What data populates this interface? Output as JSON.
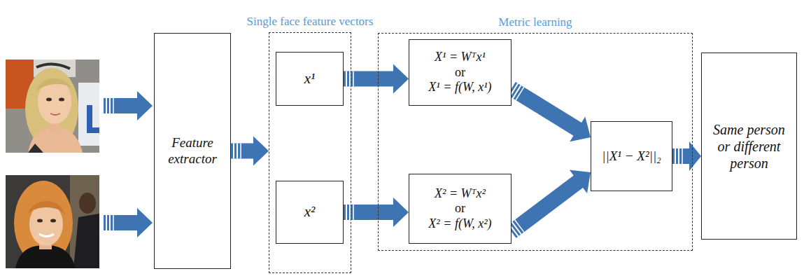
{
  "diagram": {
    "nodes": [
      {
        "text": [
          "Feature extractor"
        ]
      },
      {
        "text": [
          "Single face feature vectors"
        ]
      },
      {
        "text": [
          "x¹"
        ],
        "in": 1
      },
      {
        "text": [
          "x²"
        ],
        "in": 1
      },
      {
        "text": [
          "Metric learning"
        ]
      },
      {
        "text": [
          "X¹ = Wᵀx¹",
          "or",
          "X¹ = f(W, x¹)"
        ],
        "in": 4
      },
      {
        "text": [
          "X² = Wᵀx²",
          "or",
          "X² = f(W, x²)"
        ],
        "in": 4
      },
      {
        "text": [
          "||X¹ − X²||₂"
        ],
        "in": 4
      },
      {
        "text": [
          "Same person or different person"
        ]
      }
    ],
    "edges": [
      {
        "from": 0,
        "to": 1,
        "arrow": "to"
      },
      {
        "from": 2,
        "to": 5,
        "arrow": "to"
      },
      {
        "from": 3,
        "to": 6,
        "arrow": "to"
      },
      {
        "from": 5,
        "to": 7,
        "arrow": "to"
      },
      {
        "from": 6,
        "to": 7,
        "arrow": "to"
      },
      {
        "from": 7,
        "to": 8,
        "arrow": "to"
      }
    ]
  }
}
